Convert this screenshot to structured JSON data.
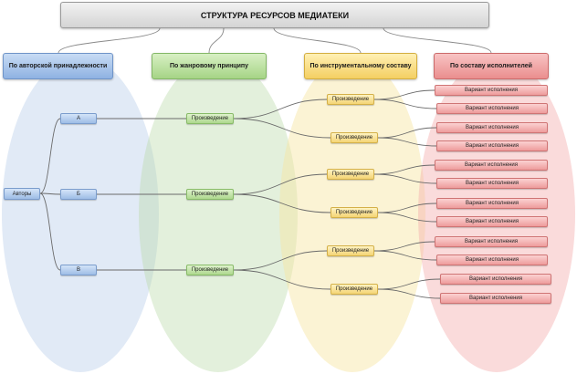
{
  "title": "СТРУКТУРА РЕСУРСОВ МЕДИАТЕКИ",
  "headers": {
    "authors": "По авторской принадлежности",
    "genre": "По жанровому принципу",
    "instrumental": "По инструментальному составу",
    "performers": "По составу исполнителей"
  },
  "root": "Авторы",
  "authors": [
    "А",
    "Б",
    "В"
  ],
  "genre_label": "Произведение",
  "instr_label": "Произведение",
  "performance_label": "Вариант исполнения",
  "colors": {
    "authors": "#9ebde6",
    "genre": "#aed88e",
    "instrumental": "#f4d474",
    "performers": "#ee9c9c"
  }
}
